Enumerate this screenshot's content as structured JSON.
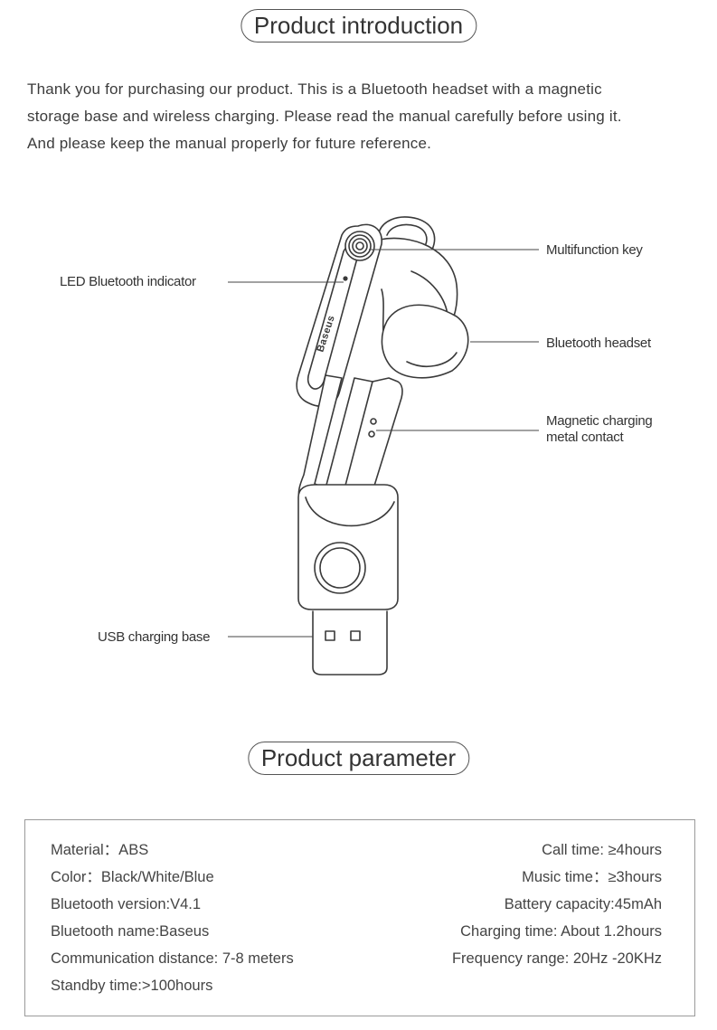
{
  "intro": {
    "title": "Product introduction",
    "lines": [
      "Thank you for purchasing our product. This is a Bluetooth headset with a magnetic",
      "storage base and wireless charging. Please read the manual carefully before using it.",
      "And please keep the manual properly for future reference."
    ]
  },
  "diagram": {
    "callouts": {
      "multifunction_key": "Multifunction key",
      "led_indicator": "LED Bluetooth indicator",
      "bluetooth_headset": "Bluetooth headset",
      "magnetic_contact_line1": "Magnetic charging",
      "magnetic_contact_line2": "metal contact",
      "usb_base": "USB charging base"
    },
    "brand_text": "Baseus"
  },
  "parameters": {
    "title": "Product parameter",
    "left": [
      "Material：ABS",
      "Color：Black/White/Blue",
      "Bluetooth version:V4.1",
      "Bluetooth name:Baseus",
      "Communication distance: 7-8 meters",
      "Standby time:>100hours"
    ],
    "right": [
      "Call time: ≥4hours",
      "Music time：≥3hours",
      "Battery capacity:45mAh",
      "Charging time: About 1.2hours",
      "Frequency range: 20Hz -20KHz"
    ]
  }
}
